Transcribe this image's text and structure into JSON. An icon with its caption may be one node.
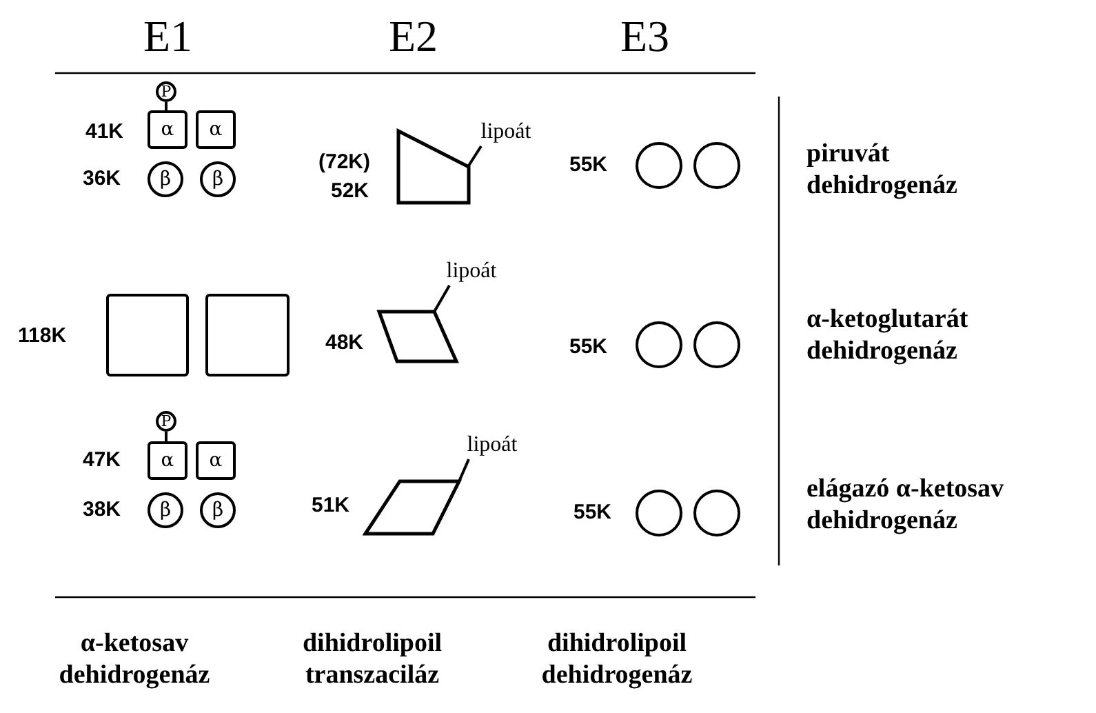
{
  "diagram": {
    "nodes": [
      {
        "text": [
          "P"
        ]
      },
      {
        "text": [
          "α"
        ],
        "beside": [
          "41K"
        ]
      },
      {
        "text": [
          "α"
        ]
      },
      {
        "text": [
          "β"
        ],
        "beside": [
          "36K"
        ]
      },
      {
        "text": [
          "β"
        ]
      },
      {
        "text": [],
        "shape": "trapezoid",
        "beside": [
          "(72K)",
          "52K"
        ]
      },
      {
        "text": [
          "lipoát"
        ]
      },
      {
        "text": [],
        "shape": "circle",
        "beside": [
          "55K"
        ]
      },
      {
        "text": [],
        "shape": "circle"
      },
      {
        "text": [],
        "shape": "box",
        "beside": [
          "118K"
        ]
      },
      {
        "text": [],
        "shape": "box"
      },
      {
        "text": [],
        "shape": "parallelogram",
        "beside": [
          "48K"
        ]
      },
      {
        "text": [
          "lipoát"
        ]
      },
      {
        "text": [],
        "shape": "circle",
        "beside": [
          "55K"
        ]
      },
      {
        "text": [],
        "shape": "circle"
      },
      {
        "text": [
          "P"
        ]
      },
      {
        "text": [
          "α"
        ],
        "beside": [
          "47K"
        ]
      },
      {
        "text": [
          "α"
        ]
      },
      {
        "text": [
          "β"
        ],
        "beside": [
          "38K"
        ]
      },
      {
        "text": [
          "β"
        ]
      },
      {
        "text": [],
        "shape": "parallelogram",
        "beside": [
          "51K"
        ]
      },
      {
        "text": [
          "lipoát"
        ]
      },
      {
        "text": [],
        "shape": "circle",
        "beside": [
          "55K"
        ]
      },
      {
        "text": [],
        "shape": "circle"
      }
    ],
    "edges": [
      {
        "from": 0,
        "to": 1,
        "arrow": "none"
      },
      {
        "from": 6,
        "to": 5,
        "arrow": "none"
      },
      {
        "from": 12,
        "to": 11,
        "arrow": "none"
      },
      {
        "from": 15,
        "to": 16,
        "arrow": "none"
      },
      {
        "from": 21,
        "to": 20,
        "arrow": "none"
      }
    ],
    "labels": [
      "E1",
      "E2",
      "E3",
      "piruvát dehidrogenáz",
      "α-ketoglutarát dehidrogenáz",
      "elágazó α-ketosav dehidrogenáz",
      "α-ketosav dehidrogenáz",
      "dihidrolipoil transzaciláz",
      "dihidrolipoil dehidrogenáz"
    ]
  }
}
